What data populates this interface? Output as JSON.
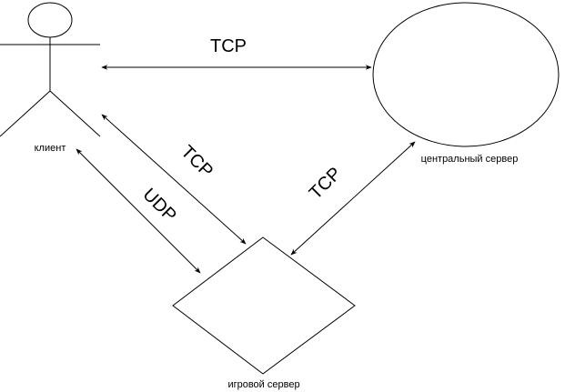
{
  "nodes": {
    "client": {
      "label": "клиент"
    },
    "central_server": {
      "label": "центральный сервер"
    },
    "game_server": {
      "label": "игровой сервер"
    }
  },
  "edges": {
    "client_central": {
      "protocol": "TCP"
    },
    "client_game_tcp": {
      "protocol": "TCP"
    },
    "client_game_udp": {
      "protocol": "UDP"
    },
    "game_central": {
      "protocol": "TCP"
    }
  },
  "colors": {
    "stroke": "#000000",
    "background": "#ffffff"
  }
}
